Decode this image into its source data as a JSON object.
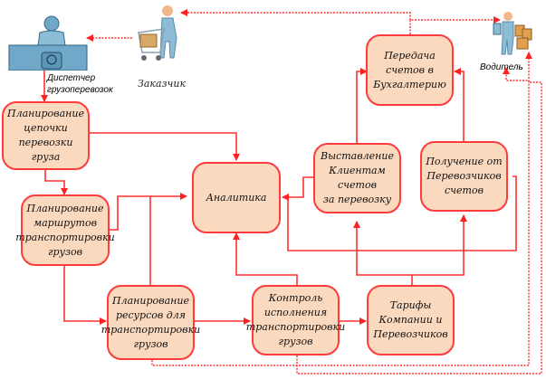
{
  "diagram": {
    "actors": {
      "dispatcher": {
        "label": "Диспетчер\nгрузоперевозок",
        "icon": "dispatcher-desk-icon"
      },
      "customer": {
        "label": "Заказчик",
        "icon": "shopping-cart-person-icon"
      },
      "driver": {
        "label": "Водитель",
        "icon": "driver-with-cargo-icon"
      }
    },
    "nodes": {
      "chain_planning": "Планирование\nцепочки перевозки\nгруза",
      "route_planning": "Планирование\nмаршрутов\nтранспортировки\nгрузов",
      "resource_planning": "Планирование\nресурсов для\nтранспортировки\nгрузов",
      "execution_control": "Контроль\nисполнения\nтранспортировки\nгрузов",
      "tariffs": "Тарифы\nКомпании и\nПеревозчиков",
      "analytics": "Аналитика",
      "client_invoicing": "Выставление\nКлиентам счетов\nза перевозку",
      "carrier_invoices": "Получение от\nПеревозчиков\nсчетов",
      "accounting_transfer": "Передача счетов в\nБухгалтерию"
    },
    "colors": {
      "node_fill": "#fbd9bf",
      "node_border": "#ff3b3b",
      "arrow": "#ff2020",
      "actor_blue": "#6fa8c8"
    }
  }
}
